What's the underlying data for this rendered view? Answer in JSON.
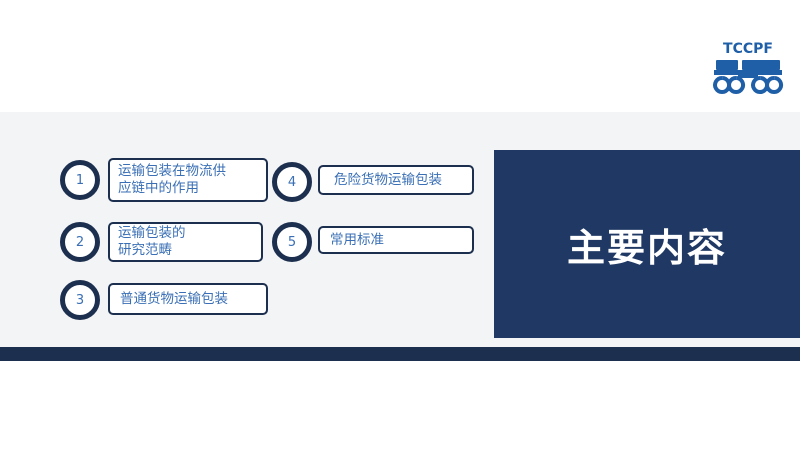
{
  "logo": {
    "text": "TCCPF",
    "color": "#1f5fa8"
  },
  "title": {
    "text": "主要内容"
  },
  "toc": [
    {
      "number": "1",
      "label": "运输包装在物流供\n应链中的作用"
    },
    {
      "number": "2",
      "label": "运输包装的\n研究范畴"
    },
    {
      "number": "3",
      "label": "普通货物运输包装"
    },
    {
      "number": "4",
      "label": "危险货物运输包装"
    },
    {
      "number": "5",
      "label": "常用标准"
    }
  ],
  "colors": {
    "dark_navy": "#1c2f4f",
    "title_box": "#1f3864",
    "text_blue": "#3a6fb5",
    "background": "#f3f4f6"
  }
}
